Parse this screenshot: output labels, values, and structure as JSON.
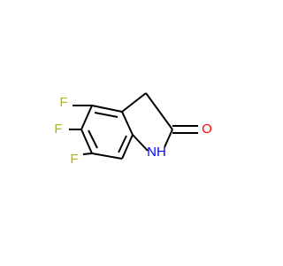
{
  "structure": {
    "atoms": [
      {
        "id": "F5",
        "symbol": "F"
      },
      {
        "id": "F6",
        "symbol": "F"
      },
      {
        "id": "F7",
        "symbol": "F"
      },
      {
        "id": "N1",
        "symbol": "NH"
      },
      {
        "id": "O2",
        "symbol": "O"
      }
    ]
  },
  "colors": {
    "bond": "#000000",
    "fluorine": "#b8b800",
    "nitrogen": "#0000ff",
    "oxygen": "#ff0000"
  }
}
